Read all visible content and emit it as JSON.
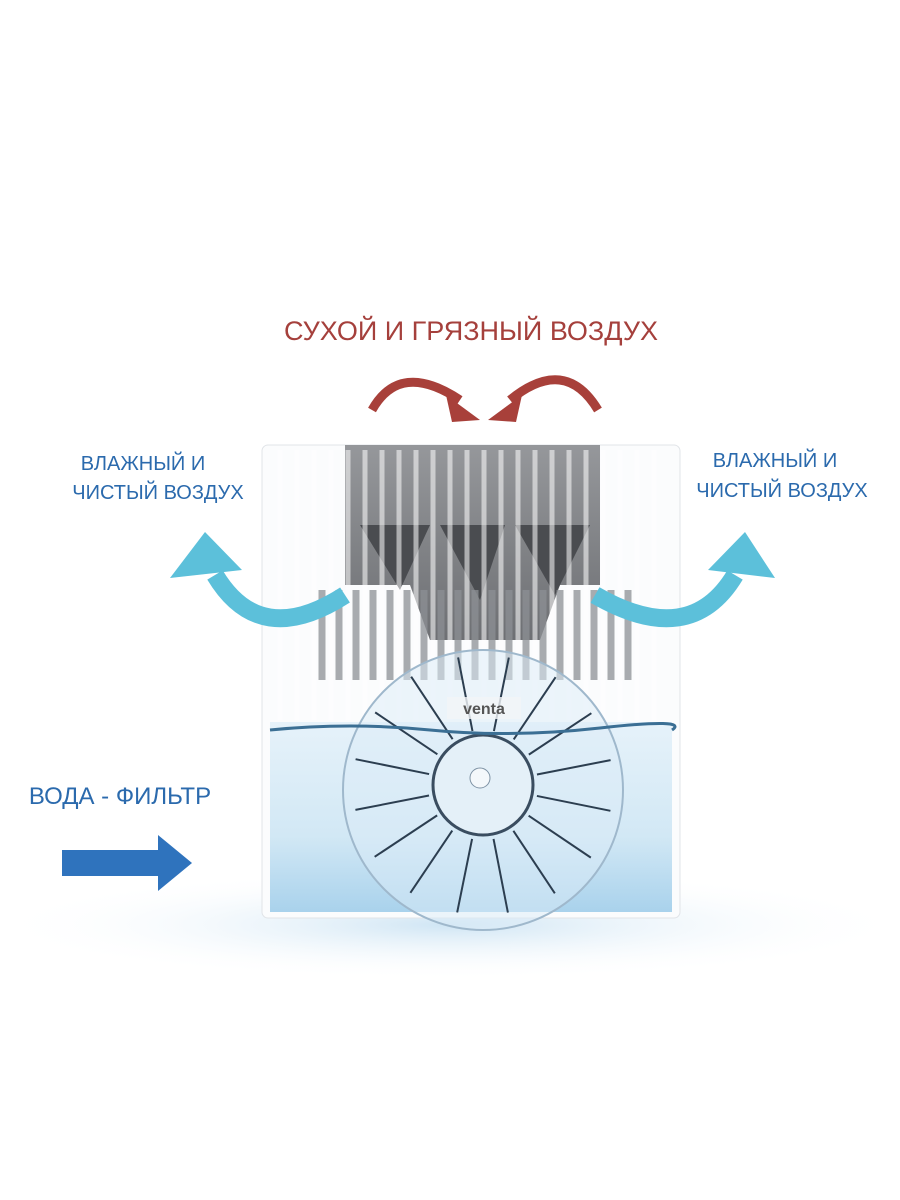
{
  "title": "СУХОЙ И ГРЯЗНЫЙ ВОЗДУХ",
  "left_label": {
    "line1": "ВЛАЖНЫЙ И",
    "line2": "ЧИСТЫЙ ВОЗДУХ"
  },
  "right_label": {
    "line1": "ВЛАЖНЫЙ И",
    "line2": "ЧИСТЫЙ ВОЗДУХ"
  },
  "water_label": "ВОДА - ФИЛЬТР",
  "brand": "venta",
  "colors": {
    "title": "#a5403c",
    "label": "#2b6aad",
    "arrow_teal": "#5cc0da",
    "arrow_blue": "#2f73bd",
    "arrow_red": "#a8403a"
  }
}
